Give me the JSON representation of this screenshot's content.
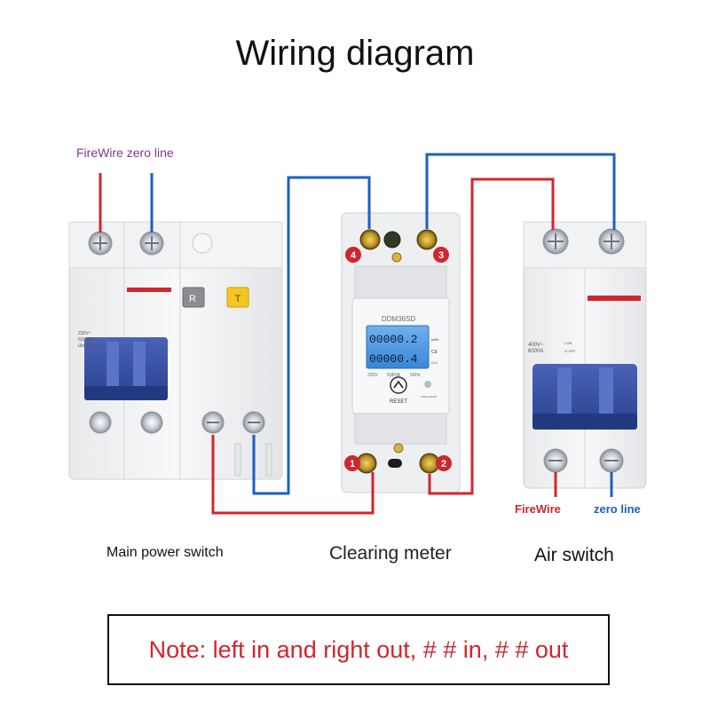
{
  "title": "Wiring diagram",
  "top_label": "FireWire zero line",
  "devices": {
    "main_switch": {
      "caption": "Main power switch",
      "test_buttons": [
        "R",
        "T"
      ],
      "spec": [
        "230V~",
        "6(50)A",
        "IΔn 30mA"
      ]
    },
    "meter": {
      "caption": "Clearing meter",
      "model": "DDM36SD",
      "readings": [
        "00000.2",
        "00000.4"
      ],
      "units": [
        "kWh",
        "CE",
        "Cl.1"
      ],
      "ratings": [
        "220V",
        "5(80)A",
        "50Hz"
      ],
      "reset_label": "RESET",
      "pulse_label": "1600imp/kWh",
      "terminals": [
        "4",
        "3",
        "1",
        "2"
      ]
    },
    "air_switch": {
      "caption": "Air switch",
      "spec": [
        "400V~",
        "6000A"
      ],
      "state": [
        "I-ON",
        "O-OFF"
      ],
      "fire_label": "FireWire",
      "zero_label": "zero line"
    }
  },
  "note": "Note: left in and right out, # # in, # # out",
  "colors": {
    "fire": "#d0262e",
    "zero": "#1d5fbf",
    "label_purple": "#7a3b87"
  }
}
